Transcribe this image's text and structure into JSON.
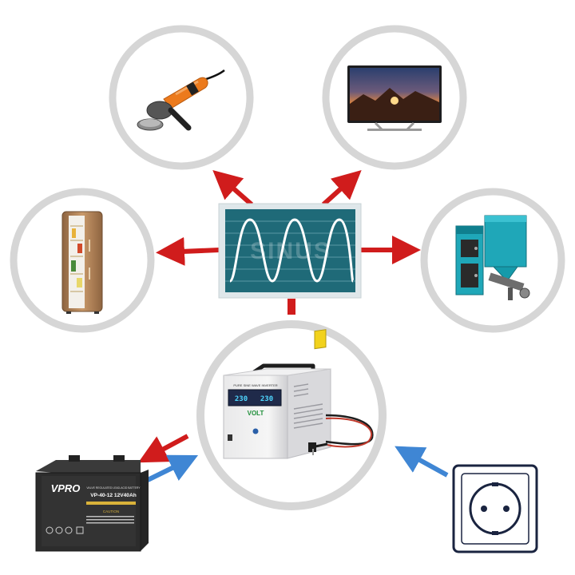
{
  "diagram": {
    "center_panel": {
      "watermark": "SINUS"
    },
    "inverter": {
      "front_label": "PURE SINE WAVE INVERTER",
      "display_left": "230",
      "display_right": "230",
      "brand": "VOLT"
    },
    "battery": {
      "brand": "VPRO",
      "top_label": "VALVE REGULATED LEAD-ACID BATTERY",
      "model": "VP-40-12  12V40Ah",
      "caution": "CAUTION"
    },
    "icons": [
      "angle-grinder-icon",
      "television-icon",
      "refrigerator-icon",
      "pellet-boiler-icon",
      "sine-wave-icon",
      "inverter-icon",
      "battery-icon",
      "power-socket-icon"
    ],
    "colors": {
      "circle_ring": "#d6d6d6",
      "output_arrow": "#d01c1c",
      "input_arrow": "#3f86d4",
      "panel_bg": "#1f6a78",
      "wave": "#ffffff",
      "boiler_teal": "#1fa7b8",
      "grinder_orange": "#ec7a1c",
      "fridge_copper": "#b8875a"
    }
  }
}
